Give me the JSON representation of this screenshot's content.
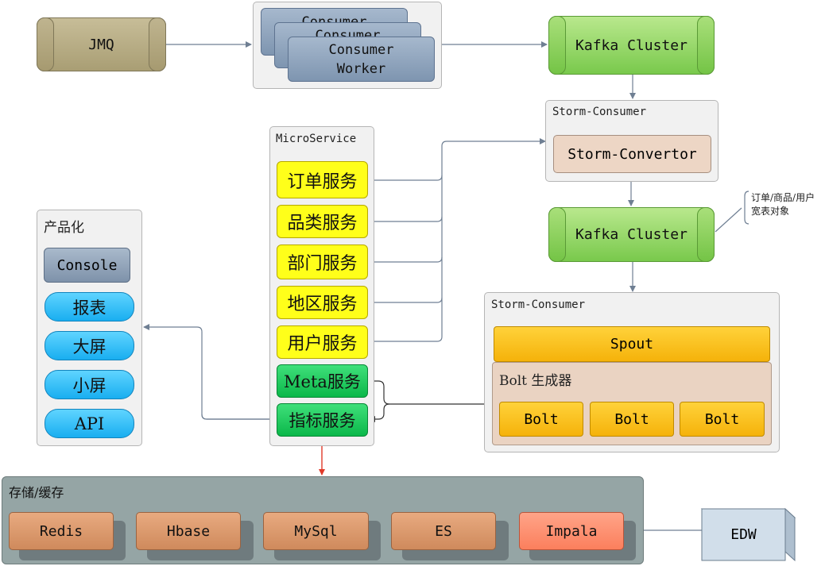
{
  "jmq": {
    "label": "JMQ"
  },
  "consumer_workers": {
    "back1": "Consumer",
    "back2": "Consumer",
    "front": "Consumer\nWorker"
  },
  "kafka_top": {
    "label": "Kafka Cluster"
  },
  "storm_consumer_1": {
    "title": "Storm-Consumer",
    "convertor": "Storm-Convertor"
  },
  "kafka_mid": {
    "label": "Kafka Cluster"
  },
  "kafka_note": {
    "text": "订单/商品/用户\n宽表对象"
  },
  "microservice": {
    "title": "MicroService",
    "services": [
      "订单服务",
      "品类服务",
      "部门服务",
      "地区服务",
      "用户服务"
    ],
    "meta": "Meta服务",
    "metric": "指标服务"
  },
  "product": {
    "title": "产品化",
    "console": "Console",
    "items": [
      "报表",
      "大屏",
      "小屏",
      "API"
    ]
  },
  "storm_consumer_2": {
    "title": "Storm-Consumer",
    "spout": "Spout",
    "bolt_group": "Bolt 生成器",
    "bolts": [
      "Bolt",
      "Bolt",
      "Bolt"
    ]
  },
  "storage": {
    "title": "存储/缓存",
    "items": [
      "Redis",
      "Hbase",
      "MySql",
      "ES",
      "Impala"
    ]
  },
  "edw": {
    "label": "EDW"
  },
  "colors": {
    "line": "#6f7f93",
    "red_arrow": "#e03a2a",
    "kafka_green": "#79c94c",
    "service_yellow": "#ffff1a",
    "service_green": "#0bb84a"
  }
}
